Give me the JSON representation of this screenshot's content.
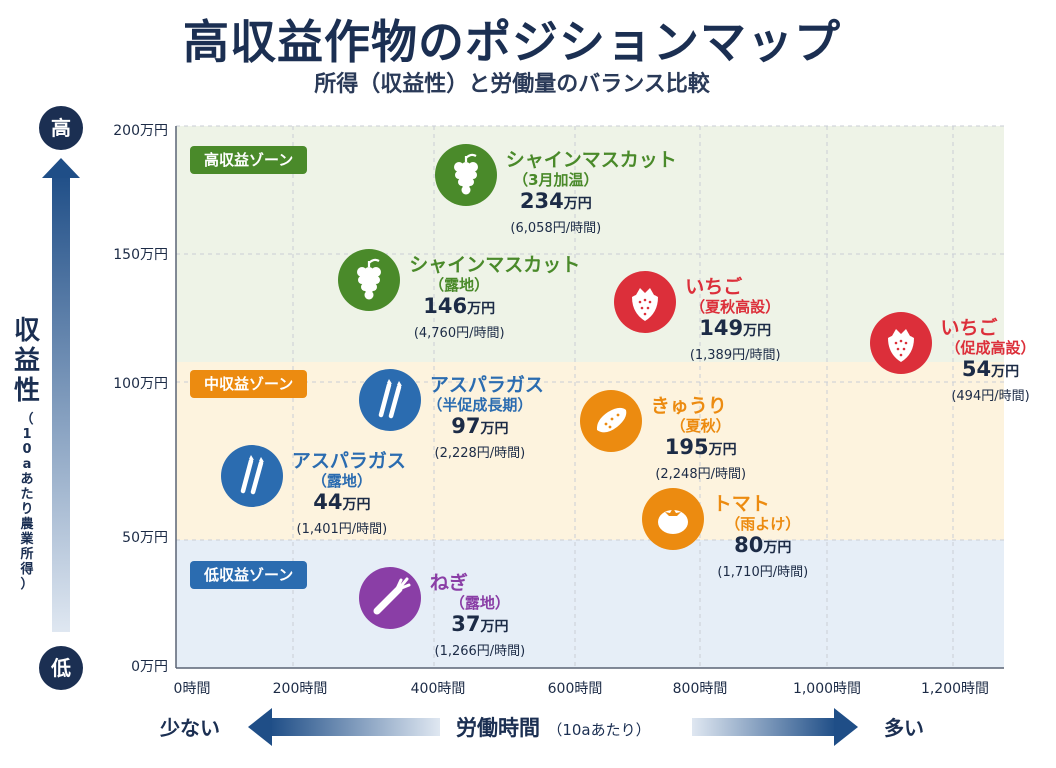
{
  "title": "高収益作物のポジションマップ",
  "subtitle": "所得（収益性）と労働量のバランス比較",
  "y_axis": {
    "high_label": "高",
    "low_label": "低",
    "title": "収益性",
    "subtitle": "（10aあたり農業所得）",
    "ticks": [
      "0万円",
      "50万円",
      "100万円",
      "150万円",
      "200万円"
    ]
  },
  "x_axis": {
    "left_label": "少ない",
    "right_label": "多い",
    "title": "労働時間",
    "title_sub": "（10aあたり）",
    "ticks": [
      "0時間",
      "200時間",
      "400時間",
      "600時間",
      "800時間",
      "1,000時間",
      "1,200時間"
    ]
  },
  "zones": {
    "high": "高収益ゾーン",
    "mid": "中収益ゾーン",
    "low": "低収益ゾーン"
  },
  "colors": {
    "navy": "#1b2f52",
    "green": "#4a8a2a",
    "red": "#dc2f3a",
    "blue": "#2b6cb0",
    "orange": "#ec8b10",
    "purple": "#8a3ea6",
    "zone_high": "#eef3e7",
    "zone_mid": "#fdf3de",
    "zone_low": "#e6eef7"
  },
  "chart_data": {
    "type": "scatter",
    "title": "高収益作物のポジションマップ",
    "subtitle": "所得（収益性）と労働量のバランス比較",
    "xlabel": "労働時間（10aあたり）",
    "ylabel": "収益性（10aあたり農業所得）",
    "xlim": [
      0,
      1200
    ],
    "ylim": [
      0,
      200
    ],
    "zones": [
      {
        "name": "高収益ゾーン",
        "y_range": [
          110,
          200
        ]
      },
      {
        "name": "中収益ゾーン",
        "y_range": [
          50,
          110
        ]
      },
      {
        "name": "低収益ゾーン",
        "y_range": [
          0,
          50
        ]
      }
    ],
    "points": [
      {
        "name": "シャインマスカット",
        "variant": "（3月加温）",
        "income": "234",
        "income_unit": "万円",
        "hourly": "(6,058円/時間)",
        "icon": "grapes-icon",
        "color": "green",
        "x": 420,
        "y": 182
      },
      {
        "name": "シャインマスカット",
        "variant": "（露地）",
        "income": "146",
        "income_unit": "万円",
        "hourly": "(4,760円/時間)",
        "icon": "grapes-icon",
        "color": "green",
        "x": 280,
        "y": 143
      },
      {
        "name": "いちご",
        "variant": "（夏秋高設）",
        "income": "149",
        "income_unit": "万円",
        "hourly": "(1,389円/時間)",
        "icon": "strawberry-icon",
        "color": "red",
        "x": 680,
        "y": 135
      },
      {
        "name": "いちご",
        "variant": "（促成高設）",
        "income": "54",
        "income_unit": "万円",
        "hourly": "(494円/時間)",
        "icon": "strawberry-icon",
        "color": "red",
        "x": 1050,
        "y": 120
      },
      {
        "name": "アスパラガス",
        "variant": "（半促成長期）",
        "income": "97",
        "income_unit": "万円",
        "hourly": "(2,228円/時間)",
        "icon": "asparagus-icon",
        "color": "blue",
        "x": 310,
        "y": 99
      },
      {
        "name": "きゅうり",
        "variant": "（夏秋）",
        "income": "195",
        "income_unit": "万円",
        "hourly": "(2,248円/時間)",
        "icon": "cucumber-icon",
        "color": "orange",
        "x": 630,
        "y": 91
      },
      {
        "name": "アスパラガス",
        "variant": "（露地）",
        "income": "44",
        "income_unit": "万円",
        "hourly": "(1,401円/時間)",
        "icon": "asparagus-icon",
        "color": "blue",
        "x": 110,
        "y": 71
      },
      {
        "name": "トマト",
        "variant": "（雨よけ）",
        "income": "80",
        "income_unit": "万円",
        "hourly": "(1,710円/時間)",
        "icon": "tomato-icon",
        "color": "orange",
        "x": 720,
        "y": 55
      },
      {
        "name": "ねぎ",
        "variant": "（露地）",
        "income": "37",
        "income_unit": "万円",
        "hourly": "(1,266円/時間)",
        "icon": "leek-icon",
        "color": "purple",
        "x": 310,
        "y": 26
      }
    ]
  }
}
